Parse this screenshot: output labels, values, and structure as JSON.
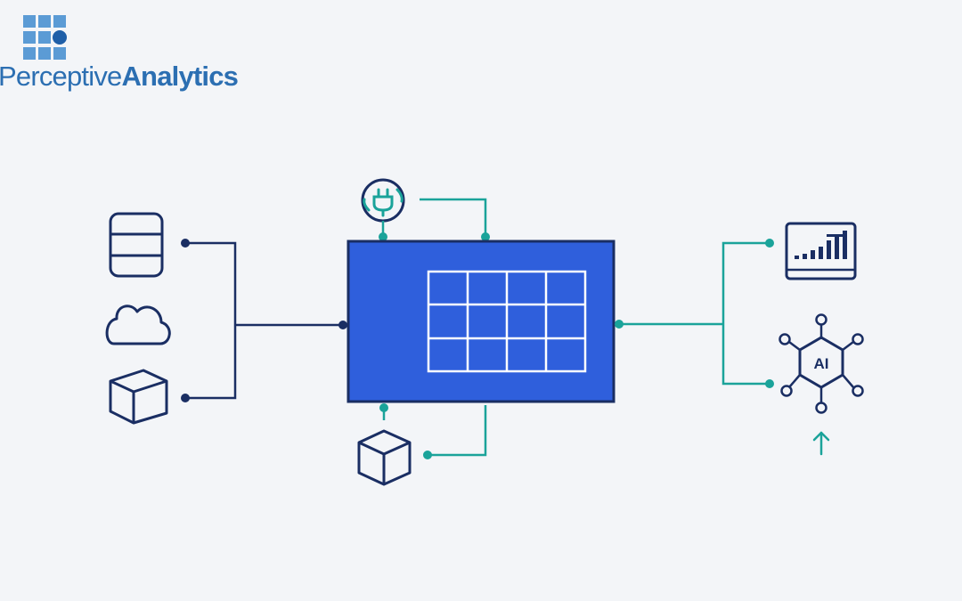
{
  "logo": {
    "word_regular": "Perceptive",
    "word_bold": "Analytics",
    "color": "#2c6fb2",
    "mark_color": "#5b9bd5"
  },
  "diagram": {
    "colors": {
      "navy": "#1a2e63",
      "teal": "#1aa39a",
      "hub_fill": "#2f5fdc",
      "background": "#f3f5f8"
    },
    "sources": [
      "database-icon",
      "cloud-icon",
      "cube-icon"
    ],
    "top_connector": "plug-sync-icon",
    "bottom_connector": "cube-icon",
    "hub": {
      "grid_rows": 3,
      "grid_cols": 4
    },
    "outputs": [
      "dashboard-chart-icon",
      "ai-network-icon"
    ],
    "ai_label": "AI",
    "ai_arrow": "up-arrow-icon"
  }
}
